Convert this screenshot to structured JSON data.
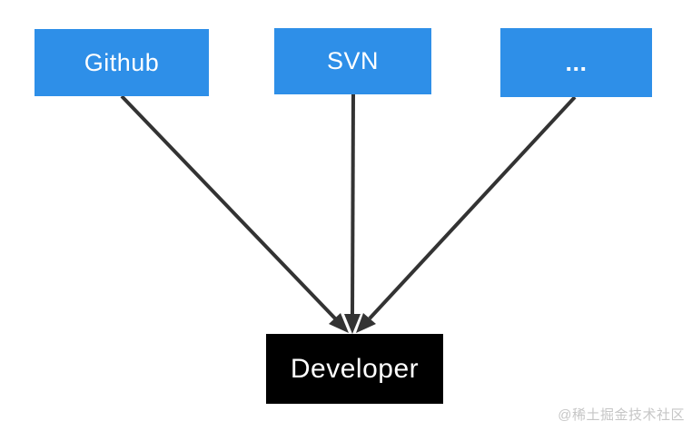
{
  "diagram": {
    "type": "flowchart",
    "background": "#ffffff",
    "nodes": {
      "sources": [
        {
          "id": "github",
          "label": "Github",
          "fill": "#2E8FE8",
          "text_color": "#ffffff"
        },
        {
          "id": "svn",
          "label": "SVN",
          "fill": "#2E8FE8",
          "text_color": "#ffffff"
        },
        {
          "id": "others",
          "label": "...",
          "fill": "#2E8FE8",
          "text_color": "#ffffff"
        }
      ],
      "target": {
        "id": "developer",
        "label": "Developer",
        "fill": "#000000",
        "text_color": "#ffffff"
      }
    },
    "edges": [
      {
        "from": "github",
        "to": "developer",
        "arrow": "end"
      },
      {
        "from": "svn",
        "to": "developer",
        "arrow": "end"
      },
      {
        "from": "others",
        "to": "developer",
        "arrow": "end"
      }
    ],
    "edge_color": "#333333"
  },
  "watermark": {
    "text": "@稀土掘金技术社区",
    "color": "#c6c6c6"
  }
}
